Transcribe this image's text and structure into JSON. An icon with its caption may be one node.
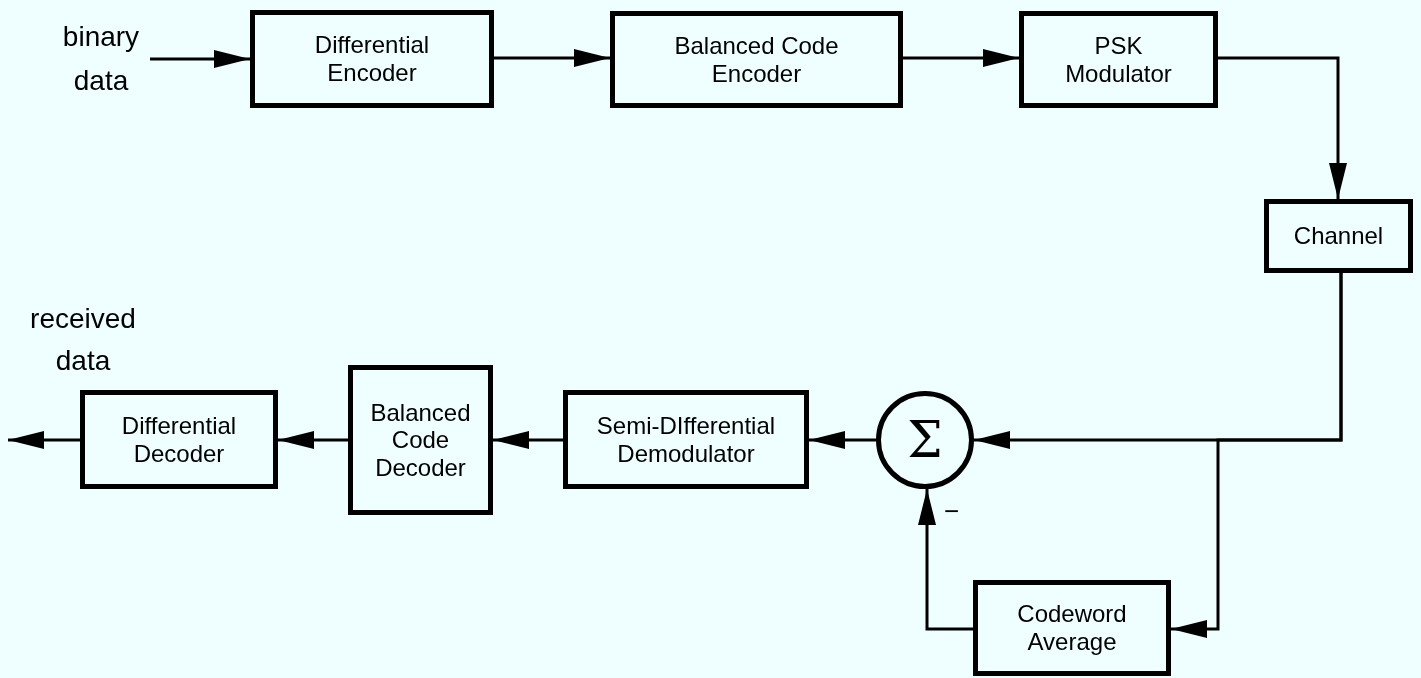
{
  "diagram": {
    "nodes": [
      {
        "text": [
          "binary data"
        ]
      },
      {
        "text": [
          "Differential Encoder"
        ]
      },
      {
        "text": [
          "Balanced Code Encoder"
        ]
      },
      {
        "text": [
          "PSK Modulator"
        ]
      },
      {
        "text": [
          "Channel"
        ]
      },
      {
        "text": [
          "Σ"
        ]
      },
      {
        "text": [
          "Semi-DIfferential Demodulator"
        ]
      },
      {
        "text": [
          "Balanced Code Decoder"
        ]
      },
      {
        "text": [
          "Differential Decoder"
        ]
      },
      {
        "text": [
          "Codeword Average"
        ]
      }
    ],
    "edges": [
      {
        "from": 0,
        "to": 1,
        "arrow": "to"
      },
      {
        "from": 1,
        "to": 2,
        "arrow": "to"
      },
      {
        "from": 2,
        "to": 3,
        "arrow": "to"
      },
      {
        "from": 3,
        "to": 4,
        "arrow": "to"
      },
      {
        "from": 4,
        "to": 5,
        "arrow": "to"
      },
      {
        "from": 4,
        "to": 9,
        "arrow": "to"
      },
      {
        "from": 9,
        "to": 5,
        "arrow": "to"
      },
      {
        "from": 5,
        "to": 6,
        "arrow": "to"
      },
      {
        "from": 6,
        "to": 7,
        "arrow": "to"
      },
      {
        "from": 7,
        "to": 8,
        "arrow": "to"
      },
      {
        "from": 8,
        "to": null,
        "arrow": "to"
      }
    ],
    "labels": [
      "received data",
      "−"
    ]
  }
}
